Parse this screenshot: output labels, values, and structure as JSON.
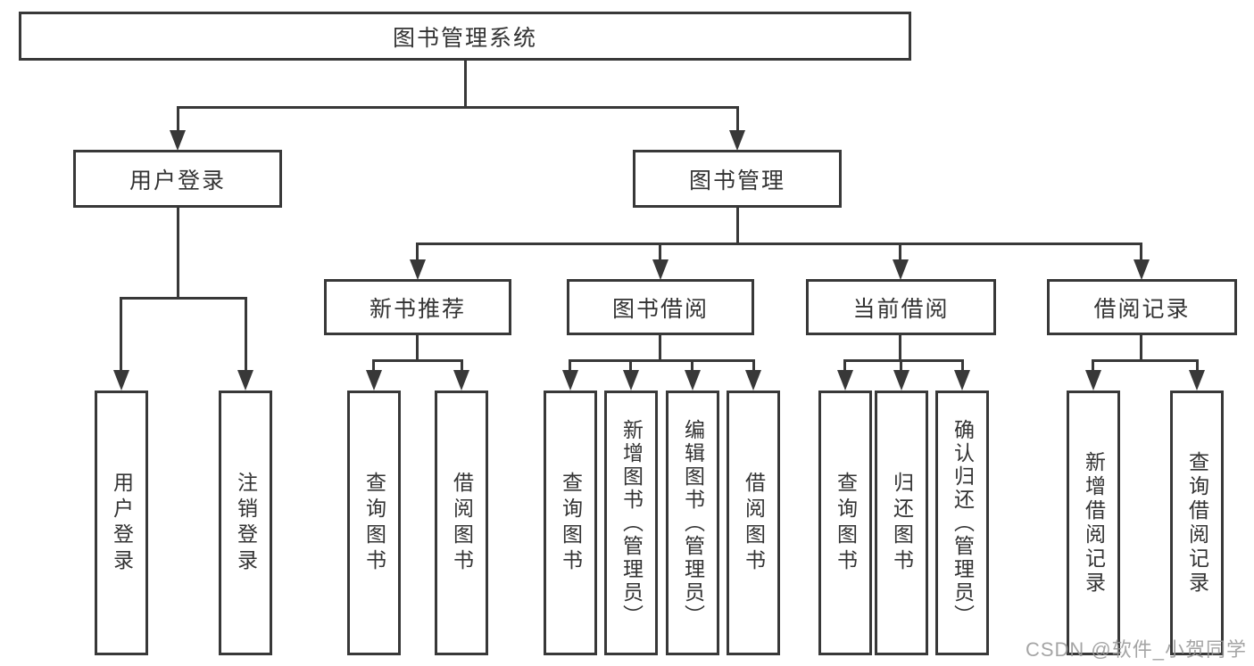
{
  "diagram_title": "图书管理系统",
  "watermark": "CSDN @软件_小贺同学",
  "colors": {
    "line": "#383838",
    "box_border": "#383838",
    "text": "#333333",
    "background": "#ffffff",
    "watermark": "#999999"
  },
  "nodes": {
    "root": "图书管理系统",
    "level2": [
      "用户登录",
      "图书管理"
    ],
    "level3": [
      "新书推荐",
      "图书借阅",
      "当前借阅",
      "借阅记录"
    ],
    "leaves": [
      "用户登录",
      "注销登录",
      "查询图书",
      "借阅图书",
      "查询图书",
      "新增图书（管理员）",
      "编辑图书（管理员）",
      "借阅图书",
      "查询图书",
      "归还图书",
      "确认归还（管理员）",
      "新增借阅记录",
      "查询借阅记录"
    ]
  },
  "hierarchy": {
    "图书管理系统": {
      "用户登录": [
        "用户登录",
        "注销登录"
      ],
      "图书管理": {
        "新书推荐": [
          "查询图书",
          "借阅图书"
        ],
        "图书借阅": [
          "查询图书",
          "新增图书（管理员）",
          "编辑图书（管理员）",
          "借阅图书"
        ],
        "当前借阅": [
          "查询图书",
          "归还图书",
          "确认归还（管理员）"
        ],
        "借阅记录": [
          "新增借阅记录",
          "查询借阅记录"
        ]
      }
    }
  }
}
